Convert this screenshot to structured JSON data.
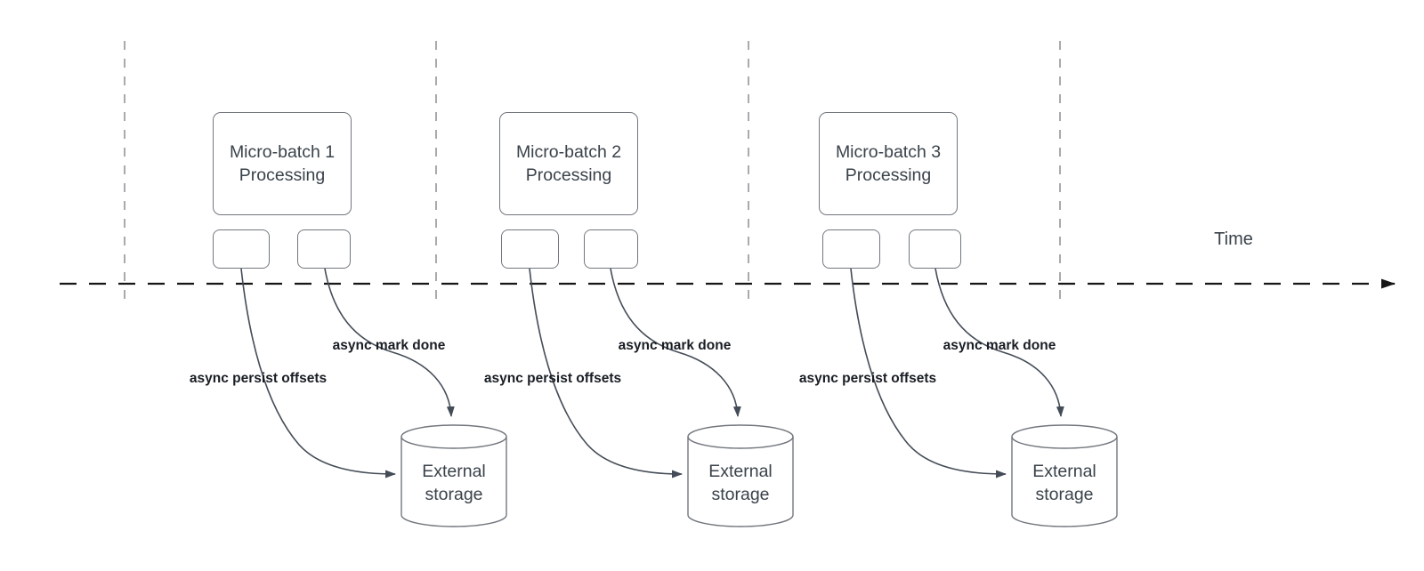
{
  "diagram": {
    "timeline": {
      "label": "Time"
    },
    "batches": [
      {
        "title": "Micro-batch 1",
        "subtitle": "Processing",
        "persist_label": "async persist offsets",
        "done_label": "async mark done",
        "storage_label": "External storage"
      },
      {
        "title": "Micro-batch 2",
        "subtitle": "Processing",
        "persist_label": "async persist offsets",
        "done_label": "async mark done",
        "storage_label": "External storage"
      },
      {
        "title": "Micro-batch 3",
        "subtitle": "Processing",
        "persist_label": "async persist offsets",
        "done_label": "async mark done",
        "storage_label": "External storage"
      }
    ],
    "colors": {
      "background": "#ffffff",
      "shape-stroke": "#72777e",
      "shape-text": "#3a424a",
      "annotation-text": "#191d24",
      "arrow-stroke": "#444c57",
      "axis-stroke": "#161616",
      "guide-stroke": "#a0a0a5"
    }
  }
}
